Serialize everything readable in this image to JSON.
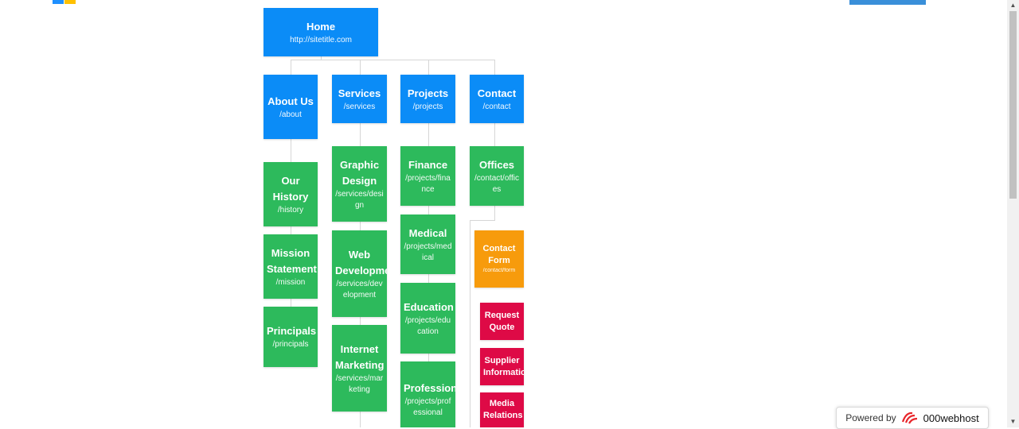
{
  "colors": {
    "root": "#0b8cf7",
    "page": "#2dba5c",
    "form": "#f79b0c",
    "sub": "#de0a46",
    "line": "#d6d6d6",
    "logo_blue": "#1e90ff",
    "logo_yellow": "#ffc000",
    "badge_logo": "#e8262b"
  },
  "root": {
    "title": "Home",
    "url": "http://sitetitle.com"
  },
  "sections": [
    {
      "title": "About Us",
      "url": "/about",
      "children": [
        {
          "title": "Our History",
          "url": "/history"
        },
        {
          "title": "Mission Statement",
          "url": "/mission"
        },
        {
          "title": "Principals",
          "url": "/principals"
        }
      ]
    },
    {
      "title": "Services",
      "url": "/services",
      "children": [
        {
          "title": "Graphic Design",
          "url": "/services/design"
        },
        {
          "title": "Web Development",
          "url": "/services/development"
        },
        {
          "title": "Internet Marketing",
          "url": "/services/marketing"
        }
      ]
    },
    {
      "title": "Projects",
      "url": "/projects",
      "children": [
        {
          "title": "Finance",
          "url": "/projects/finance"
        },
        {
          "title": "Medical",
          "url": "/projects/medical"
        },
        {
          "title": "Education",
          "url": "/projects/education"
        },
        {
          "title": "Professional",
          "url": "/projects/professional"
        }
      ]
    },
    {
      "title": "Contact",
      "url": "/contact",
      "children": [
        {
          "title": "Offices",
          "url": "/contact/offices"
        }
      ]
    }
  ],
  "contact_form": {
    "title": "Contact Form",
    "url": "/contact/form"
  },
  "form_options": [
    {
      "title": "Request Quote"
    },
    {
      "title": "Supplier Information"
    },
    {
      "title": "Media Relations"
    }
  ],
  "badge": {
    "powered_by": "Powered by",
    "brand": "000webhost"
  }
}
